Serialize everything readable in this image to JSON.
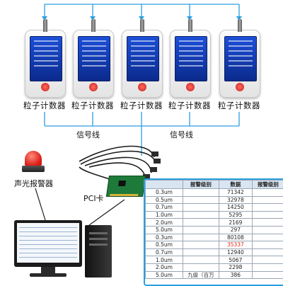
{
  "devices": [
    {
      "label": "粒子计数器"
    },
    {
      "label": "粒子计数器"
    },
    {
      "label": "粒子计数器"
    },
    {
      "label": "粒子计数器"
    },
    {
      "label": "粒子计数器"
    }
  ],
  "signal_labels": [
    "信号线",
    "信号线"
  ],
  "alarm_label": "声光报警器",
  "pci_label": "PCI卡",
  "table": {
    "headers": {
      "level": "报警级别",
      "data": "数据"
    },
    "rows": [
      {
        "item": "0.3um",
        "level": "",
        "value": "71342",
        "alert": false
      },
      {
        "item": "0.5um",
        "level": "",
        "value": "32978",
        "alert": false
      },
      {
        "item": "0.7um",
        "level": "",
        "value": "14250",
        "alert": false
      },
      {
        "item": "1.0um",
        "level": "",
        "value": "5295",
        "alert": false
      },
      {
        "item": "2.0um",
        "level": "",
        "value": "2169",
        "alert": false
      },
      {
        "item": "5.0um",
        "level": "",
        "value": "297",
        "alert": false
      },
      {
        "item": "0.3um",
        "level": "",
        "value": "80108",
        "alert": false
      },
      {
        "item": "0.5um",
        "level": "",
        "value": "35337",
        "alert": true
      },
      {
        "item": "0.7um",
        "level": "",
        "value": "12940",
        "alert": false
      },
      {
        "item": "1.0um",
        "level": "",
        "value": "5067",
        "alert": false
      },
      {
        "item": "2.0um",
        "level": "",
        "value": "2298",
        "alert": false
      },
      {
        "item": "5.0um",
        "level": "九级（百万",
        "value": "386",
        "alert": false
      }
    ]
  },
  "colors": {
    "wire": "#2a9fe0",
    "device_screen": "#1d4fd8",
    "alert_value": "#e0261b",
    "table_border": "#2a9fe0"
  }
}
